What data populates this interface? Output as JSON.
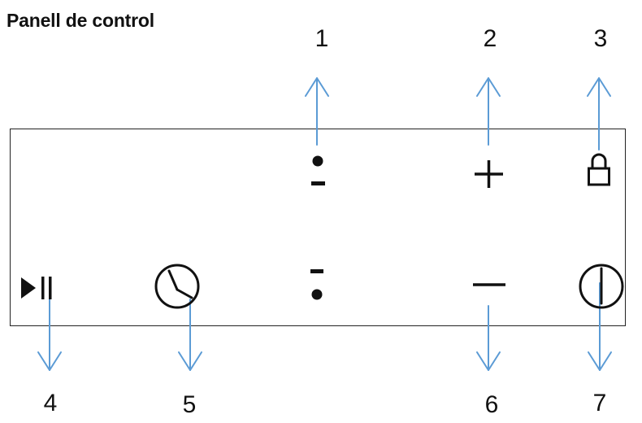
{
  "title": "Panell de control",
  "callouts": [
    {
      "number": "1",
      "icon": "dot-minus-icon"
    },
    {
      "number": "2",
      "icon": "plus-icon"
    },
    {
      "number": "3",
      "icon": "lock-icon"
    },
    {
      "number": "4",
      "icon": "play-pause-icon"
    },
    {
      "number": "5",
      "icon": "clock-icon"
    },
    {
      "number": "6",
      "icon": "minus-icon"
    },
    {
      "number": "7",
      "icon": "power-icon"
    }
  ],
  "colors": {
    "arrow": "#5b9bd5",
    "icon": "#111111",
    "panel_border": "#222222"
  }
}
